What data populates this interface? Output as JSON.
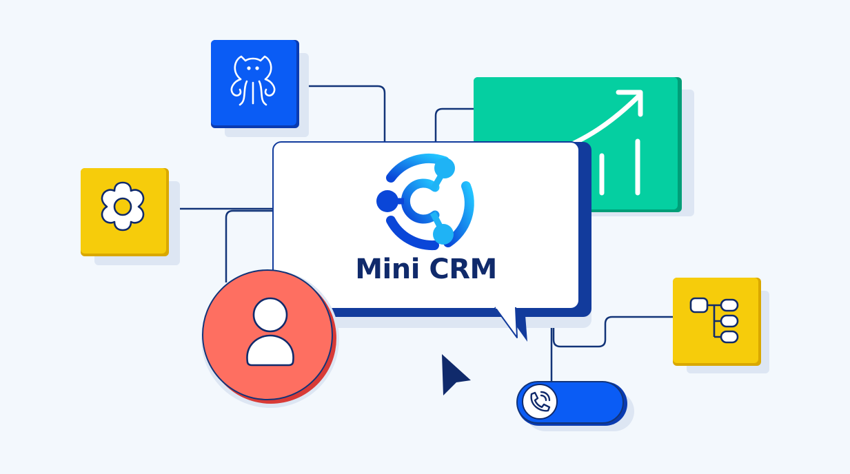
{
  "brand": {
    "name": "Mini CRM",
    "logo_icon": "crm-hub-logo-icon"
  },
  "tiles": [
    {
      "name": "octopus-tile",
      "icon": "octopus-icon",
      "color": "#0a5cf5"
    },
    {
      "name": "settings-tile",
      "icon": "gear-icon",
      "color": "#f6cc0b"
    },
    {
      "name": "growth-chart-tile",
      "icon": "trend-arrow-icon",
      "color": "#05cfa1"
    },
    {
      "name": "workflow-tile",
      "icon": "hierarchy-icon",
      "color": "#f6cc0b"
    },
    {
      "name": "contact-badge",
      "icon": "user-icon",
      "color": "#fe6f61"
    },
    {
      "name": "call-toggle",
      "icon": "phone-icon",
      "color": "#0a5cf5"
    }
  ],
  "colors": {
    "background": "#f3f8fd",
    "ink": "#102a6b",
    "line": "#123478",
    "accent_blue": "#0a5cf5",
    "accent_cyan": "#1fb3f5"
  }
}
